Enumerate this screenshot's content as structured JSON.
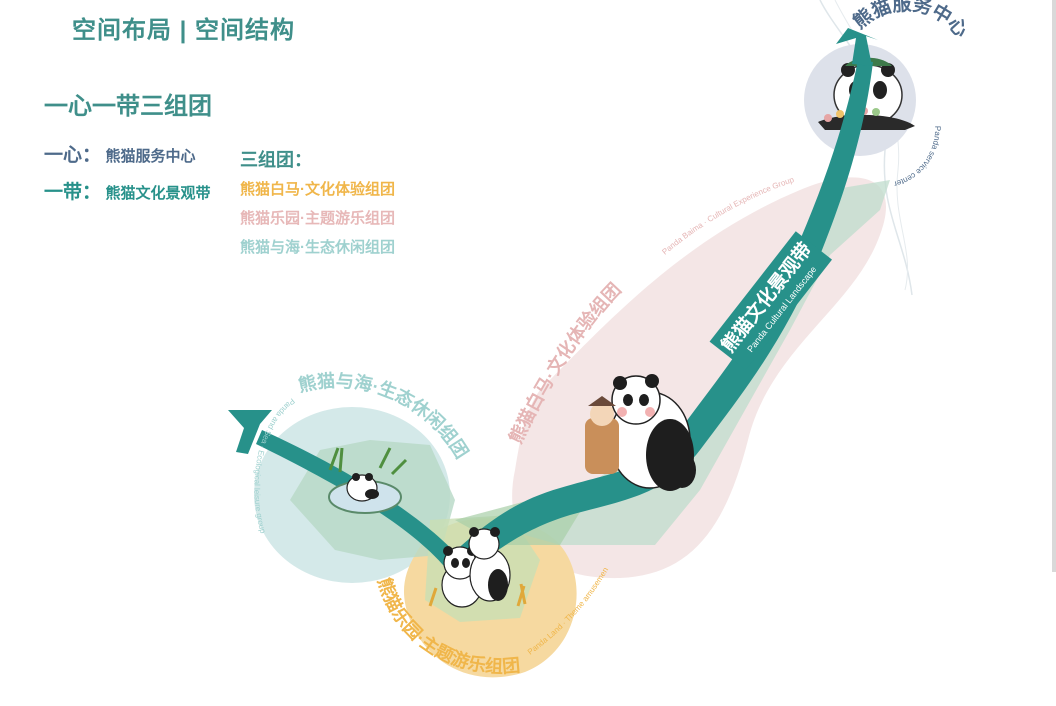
{
  "header": {
    "title": "空间布局 | 空间结构"
  },
  "legend": {
    "heading": "一心一带三组团",
    "center_label": "一心：",
    "center_value": "熊猫服务中心",
    "belt_label": "一带：",
    "belt_value": "熊猫文化景观带",
    "groups_heading": "三组团：",
    "groups": [
      {
        "name": "熊猫白马·文化体验组团",
        "color": "#f0b64a"
      },
      {
        "name": "熊猫乐园·主题游乐组团",
        "color": "#e7b8b8"
      },
      {
        "name": "熊猫与海·生态休闲组团",
        "color": "#9fd1cf"
      }
    ]
  },
  "map": {
    "service_center_cn": "熊猫服务中心",
    "service_center_en": "Panda service center",
    "belt_cn": "熊猫文化景观带",
    "belt_en": "Panda Cultural Landscape",
    "baima_cn": "熊猫白马·文化体验组团",
    "baima_en": "Panda Baima · Cultural Experience Group",
    "sea_cn": "熊猫与海·生态休闲组团",
    "sea_en": "Panda and Sea · Ecological leisure group",
    "park_cn": "熊猫乐园·主题游乐组团",
    "park_en": "Panda Land · Theme amusement group"
  },
  "colors": {
    "teal": "#27918a",
    "title": "#3f8f8a",
    "navy": "#4e6a8a",
    "pink_zone": "#f4e6e6",
    "sea_zone": "#d4e9e9",
    "park_zone": "#f6d9a0",
    "yellow": "#f0b64a",
    "pink": "#e7b8b8",
    "sea": "#9fd1cf"
  }
}
